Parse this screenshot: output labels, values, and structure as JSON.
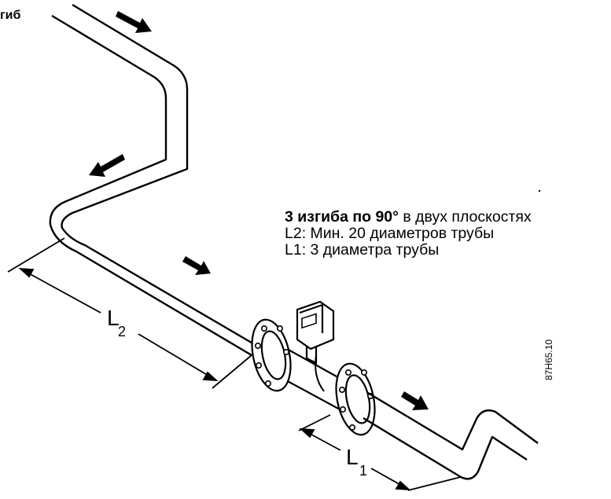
{
  "top_label": "гиб",
  "caption": {
    "line1_bold": "3 изгиба по 90°",
    "line1_rest": " в двух плоскостях",
    "line2": "L2: Мин. 20 диаметров трубы",
    "line3": "L1: 3 диаметра трубы"
  },
  "dimensions": {
    "l2_letter": "L",
    "l2_sub": "2",
    "l1_letter": "L",
    "l1_sub": "1"
  },
  "drawing_id": "87H65.10",
  "colors": {
    "line": "#000000",
    "background": "#ffffff"
  }
}
